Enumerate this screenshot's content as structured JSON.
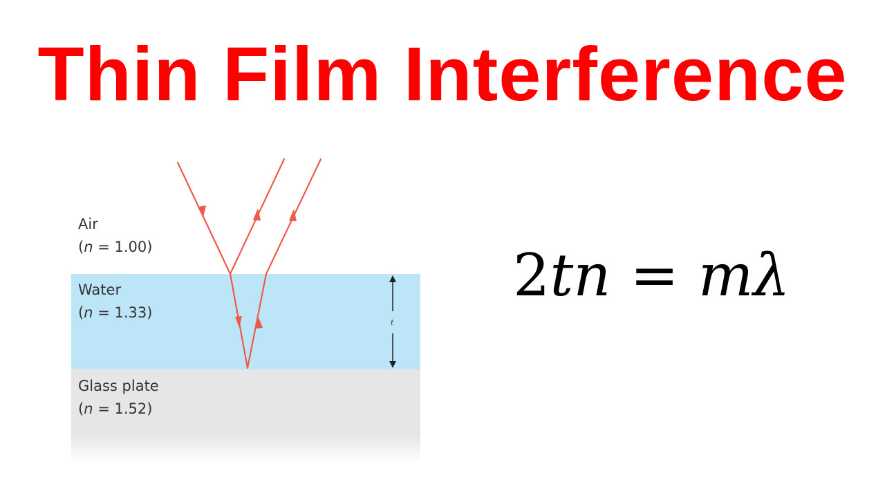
{
  "title": "Thin Film Interference",
  "colors": {
    "title": "#ff0000",
    "ray": "#ee5a4a",
    "water": "#bde5f8",
    "glass": "#e6e6e6",
    "label": "#333333"
  },
  "layers": {
    "air": {
      "name": "Air",
      "n_open": "(",
      "n_var": "n",
      "n_eq": " = 1.00)"
    },
    "water": {
      "name": "Water",
      "n_open": "(",
      "n_var": "n",
      "n_eq": " = 1.33)"
    },
    "glass": {
      "name": "Glass plate",
      "n_open": "(",
      "n_var": "n",
      "n_eq": " = 1.52)"
    }
  },
  "thickness_label": "t",
  "equation": {
    "lhs_num": "2",
    "lhs_vars": "tn",
    "op": "=",
    "rhs": "mλ"
  },
  "icons": [
    "arrow-icon",
    "double-arrow-icon"
  ]
}
